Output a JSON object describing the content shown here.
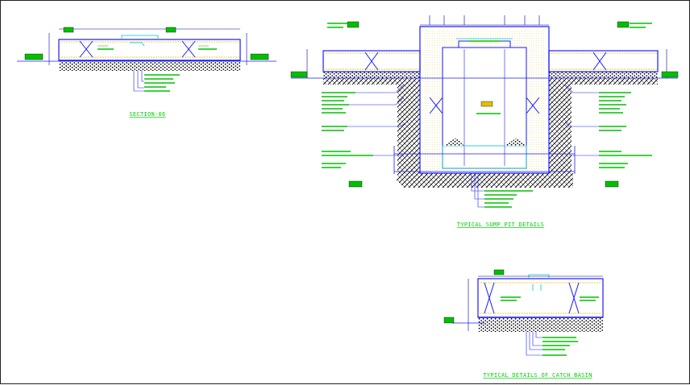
{
  "titles": {
    "section": "SECTION-06",
    "sump": "TYPICAL SUMP PIT DETAILS",
    "catch": "TYPICAL DETAILS OF CATCH BASIN"
  },
  "colors": {
    "structure": "#1a1aff",
    "annotation": "#00c000",
    "hatch": "#000000",
    "dimension": "#0000aa",
    "cyan": "#00c8c8",
    "yellow": "#e0c000"
  }
}
